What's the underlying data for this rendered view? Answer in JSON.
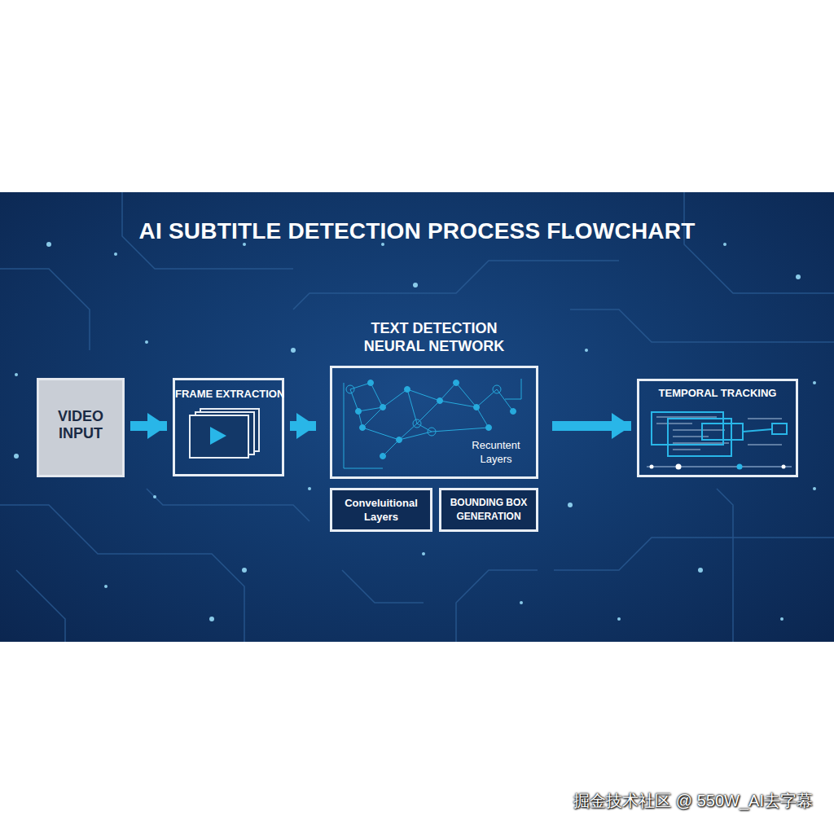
{
  "diagram": {
    "title": "AI SUBTITLE DETECTION PROCESS FLOWCHART",
    "nodes": [
      {
        "text": [
          "VIDEO INPUT"
        ]
      },
      {
        "text": [
          "FRAME EXTRACTION"
        ]
      },
      {
        "text": [
          "TEXT DETECTION NEURAL NETWORK",
          "Recuntent Layers"
        ]
      },
      {
        "text": [
          "Conveluitional Layers"
        ]
      },
      {
        "text": [
          "BOUNDING BOX GENERATION"
        ]
      },
      {
        "text": [
          "TEMPORAL TRACKING"
        ]
      }
    ],
    "edges": [
      {
        "from": 0,
        "to": 1,
        "arrow": "to"
      },
      {
        "from": 1,
        "to": 2,
        "arrow": "to"
      },
      {
        "from": 2,
        "to": 5,
        "arrow": "to"
      }
    ],
    "labels": [
      "掘金技术社区 @ 550W_AI去字幕"
    ]
  }
}
